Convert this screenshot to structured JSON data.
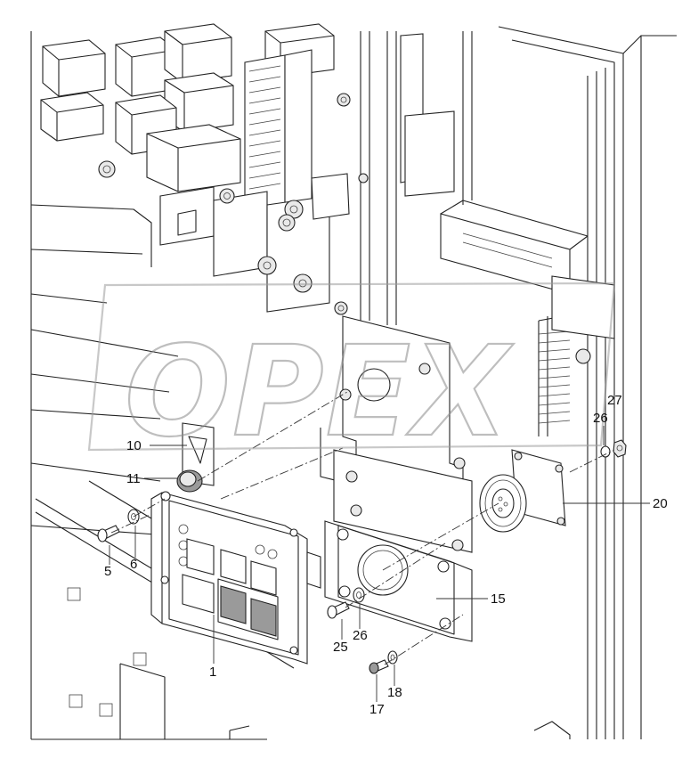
{
  "diagram": {
    "watermark": "OPEX",
    "callouts": [
      {
        "id": "c1",
        "label": "1"
      },
      {
        "id": "c5",
        "label": "5"
      },
      {
        "id": "c6",
        "label": "6"
      },
      {
        "id": "c10",
        "label": "10"
      },
      {
        "id": "c11",
        "label": "11"
      },
      {
        "id": "c15",
        "label": "15"
      },
      {
        "id": "c17",
        "label": "17"
      },
      {
        "id": "c18",
        "label": "18"
      },
      {
        "id": "c20",
        "label": "20"
      },
      {
        "id": "c25",
        "label": "25"
      },
      {
        "id": "c26a",
        "label": "26"
      },
      {
        "id": "c26b",
        "label": "26"
      },
      {
        "id": "c27",
        "label": "27"
      }
    ]
  }
}
